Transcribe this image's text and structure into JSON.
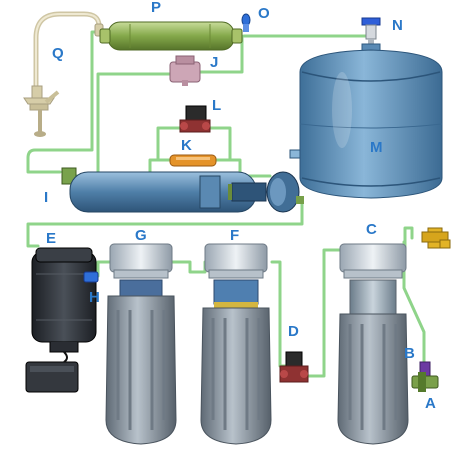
{
  "labels": {
    "a": "A",
    "b": "B",
    "c": "C",
    "d": "D",
    "e": "E",
    "f": "F",
    "g": "G",
    "h": "H",
    "i": "I",
    "j": "J",
    "k": "K",
    "l": "L",
    "m": "M",
    "n": "N",
    "o": "O",
    "p": "P",
    "q": "Q"
  },
  "colors": {
    "label": "#2a78c8",
    "tubing": "#8fd48a",
    "tank": "#5b8fb8",
    "housing": "#8d9aa6",
    "cap": "#c9d2da",
    "valve_black": "#2b2b2b",
    "valve_red": "#9b3434",
    "brass": "#d6a51c",
    "post_filter": "#7aa04a",
    "solenoid_pink": "#c9a2b2",
    "faucet": "#d9cfae",
    "pump": "#2a2d33"
  }
}
